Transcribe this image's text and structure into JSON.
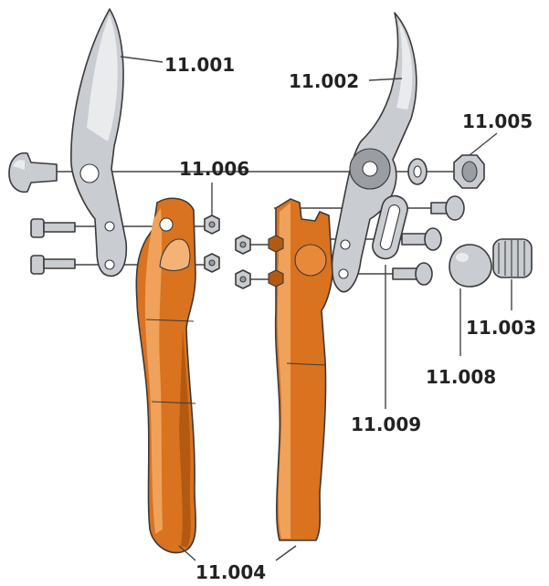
{
  "colors": {
    "metal": "#c9ccd0",
    "metal_dark": "#9a9ea3",
    "metal_light": "#e9ebed",
    "handle": "#d9731f",
    "handle_dark": "#b35a12",
    "handle_light": "#f0a25a",
    "outline": "#3a3a3a"
  },
  "parts": {
    "blade": {
      "number": "11.001"
    },
    "anvil_blade": {
      "number": "11.002"
    },
    "spring": {
      "number": "11.003"
    },
    "handles": {
      "number": "11.004"
    },
    "nut": {
      "number": "11.005"
    },
    "hex_nuts": {
      "number": "11.006"
    },
    "spring_cap": {
      "number": "11.008"
    },
    "link_plate": {
      "number": "11.009"
    }
  }
}
